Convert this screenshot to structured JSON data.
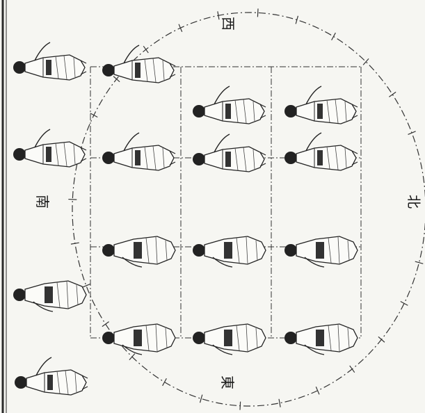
{
  "directions": {
    "west": "西",
    "south": "南",
    "north": "北",
    "east": "東"
  },
  "colors": {
    "paper": "#f6f6f2",
    "ink": "#1a1a1a",
    "line": "#2a2a2a",
    "dashed": "#333333"
  },
  "figures": {
    "outside_column": 4,
    "grid_columns": 3,
    "grid_rows": 4,
    "grid_missing": [
      "r0c1",
      "r0c2"
    ]
  }
}
